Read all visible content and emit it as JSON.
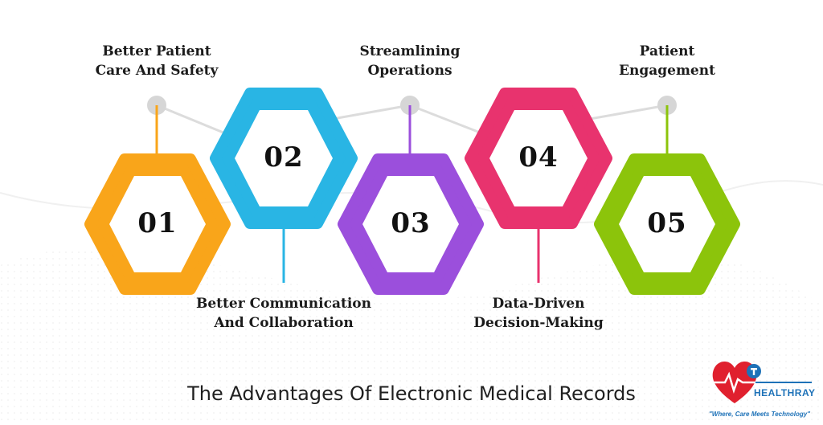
{
  "title": "The Advantages Of Electronic Medical Records",
  "steps": [
    {
      "number": "01",
      "label_line1": "Better Patient",
      "label_line2": "Care And Safety",
      "color": "#F9A51A"
    },
    {
      "number": "02",
      "label_line1": "Better Communication",
      "label_line2": "And Collaboration",
      "color": "#29B5E4"
    },
    {
      "number": "03",
      "label_line1": "Streamlining",
      "label_line2": "Operations",
      "color": "#9B4FDC"
    },
    {
      "number": "04",
      "label_line1": "Data-Driven",
      "label_line2": "Decision-Making",
      "color": "#E8336E"
    },
    {
      "number": "05",
      "label_line1": "Patient",
      "label_line2": "Engagement",
      "color": "#8CC40B"
    }
  ],
  "logo": {
    "name": "HEALTHRAY",
    "tagline": "\"Where, Care Meets Technology\"",
    "heart_color": "#E0202E",
    "accent_color": "#1E72B8"
  }
}
